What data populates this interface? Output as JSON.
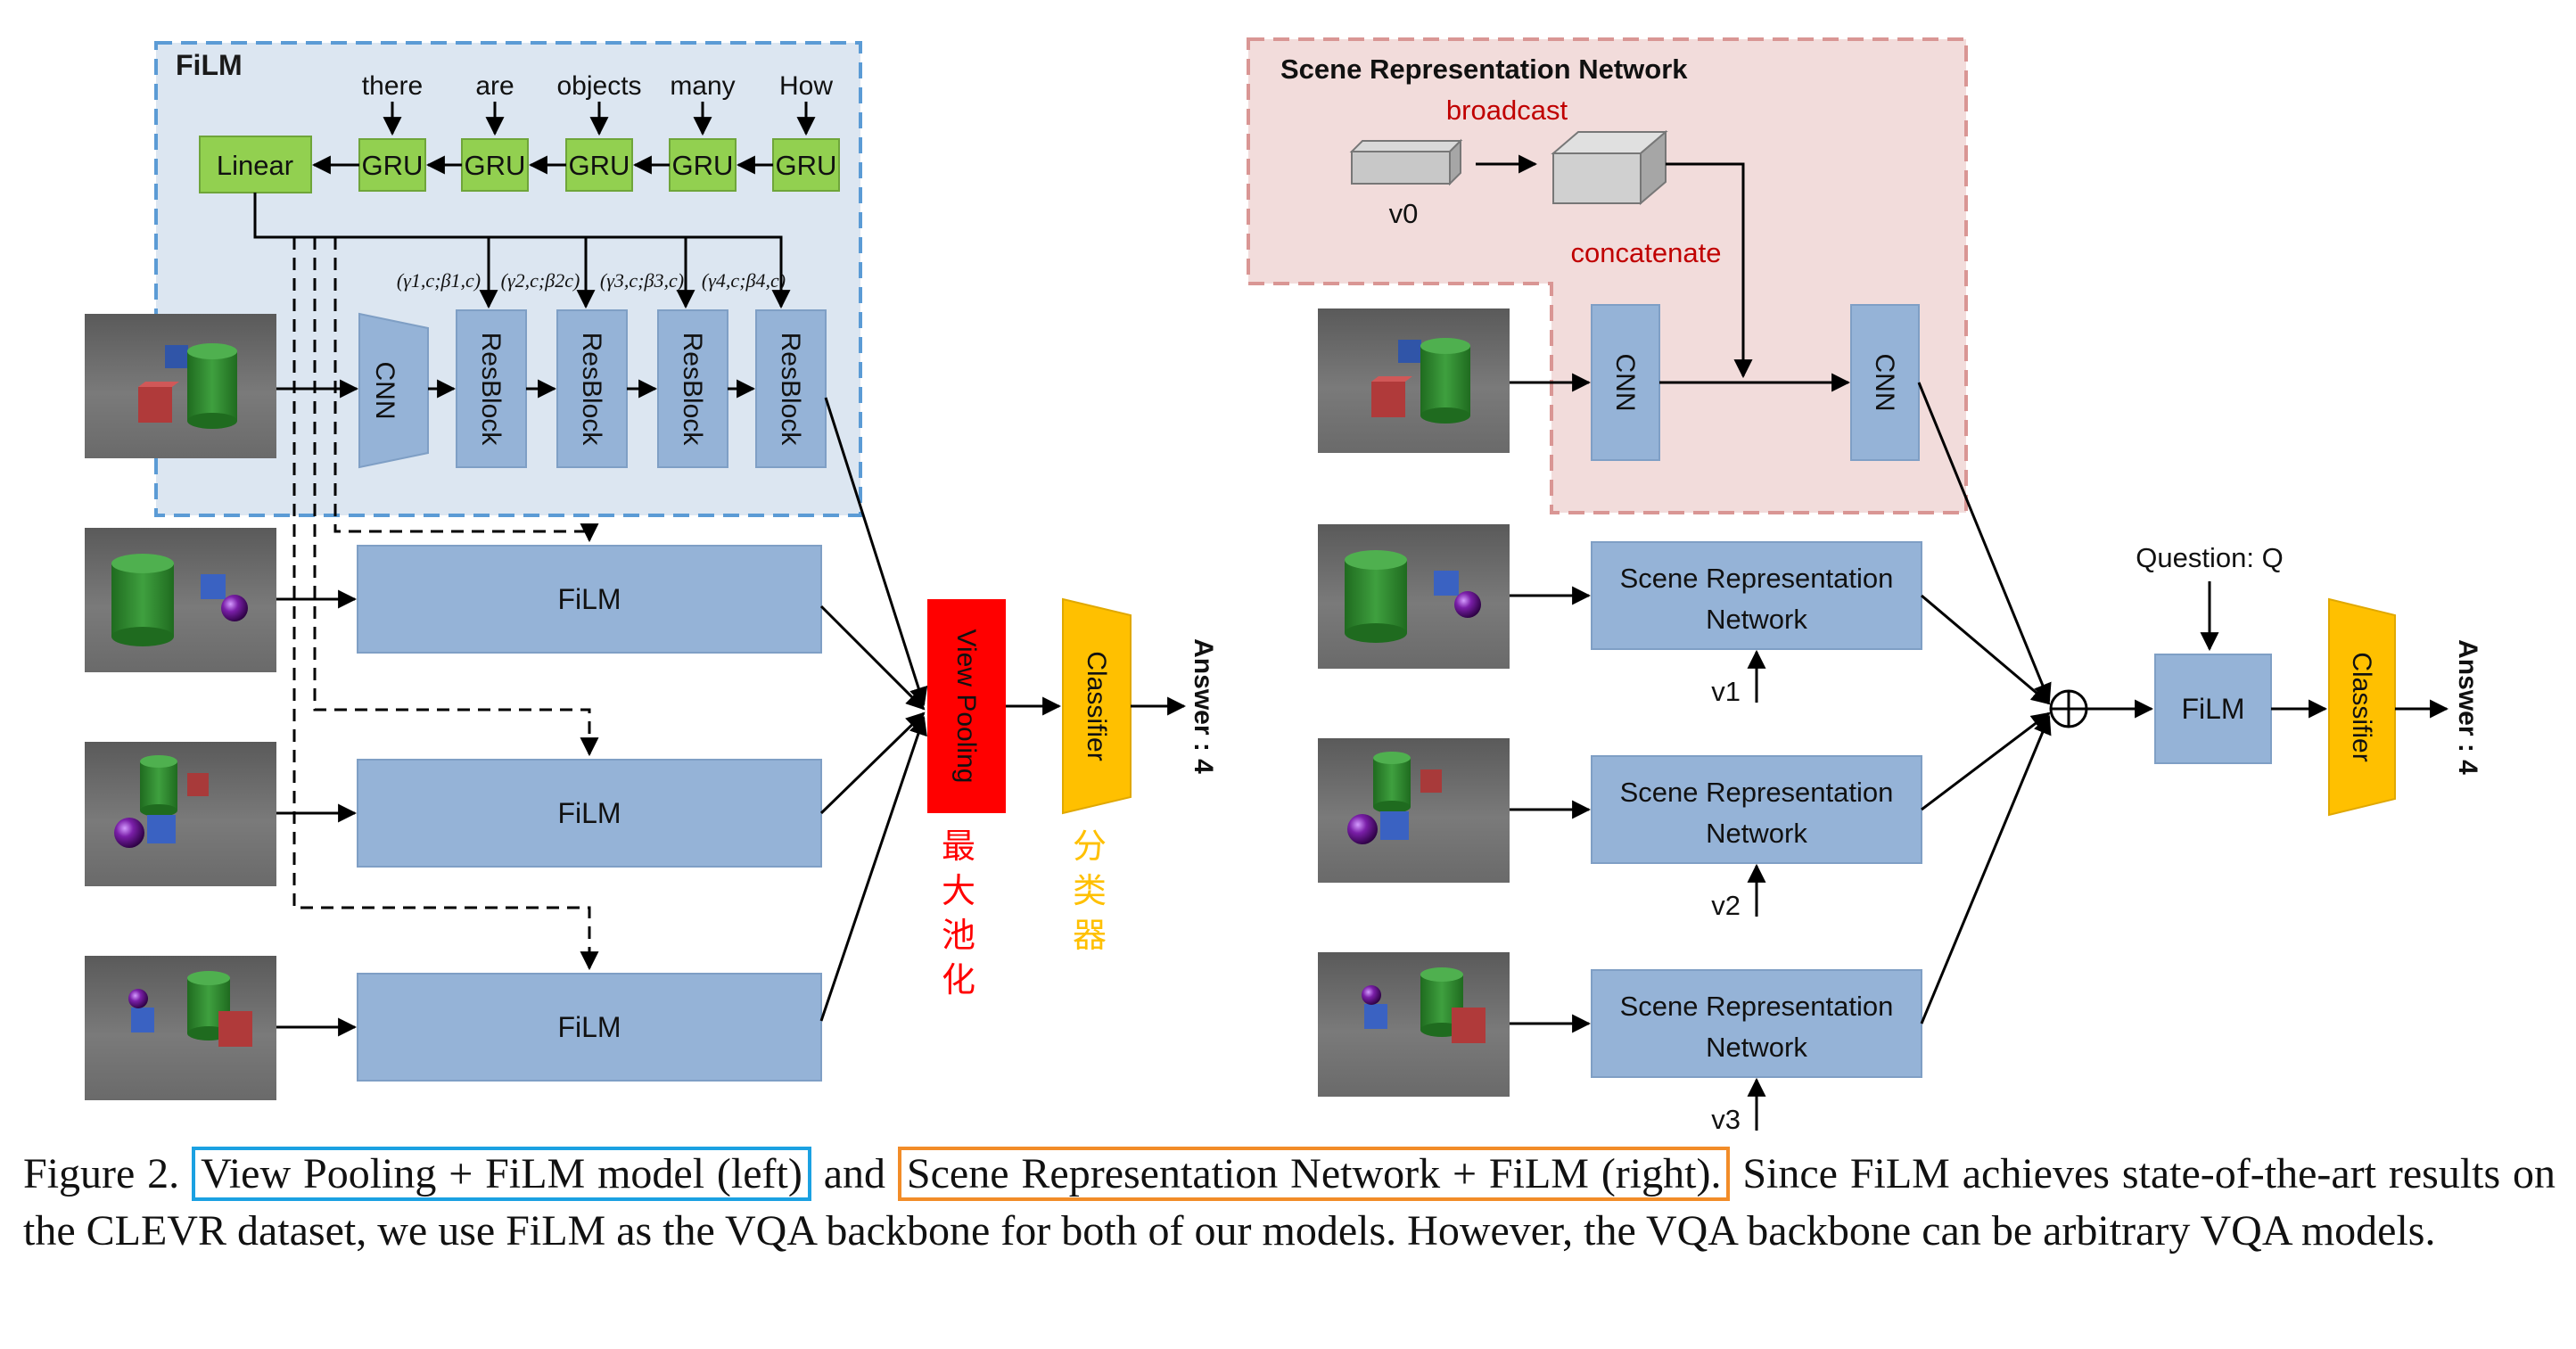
{
  "left": {
    "film_panel_title": "FiLM",
    "words": [
      "there",
      "are",
      "objects",
      "many",
      "How"
    ],
    "gru_label": "GRU",
    "linear_label": "Linear",
    "gamma_beta": [
      "(γ1,c;β1,c)",
      "(γ2,c;β2c)",
      "(γ3,c;β3,c)",
      "(γ4,c;β4,c)"
    ],
    "cnn_label": "CNN",
    "resblock_label": "ResBlock",
    "film_block_label": "FiLM",
    "view_pooling_label": "View Pooling",
    "view_pooling_cn": [
      "最",
      "大",
      "池",
      "化"
    ],
    "classifier_label": "Classifier",
    "classifier_cn": [
      "分",
      "类",
      "器"
    ],
    "answer": "Answer : 4"
  },
  "right": {
    "srn_panel_title": "Scene Representation Network",
    "v0_label": "v0",
    "broadcast_label": "broadcast",
    "concatenate_label": "concatenate",
    "cnn_label": "CNN",
    "srn_block_line1": "Scene Representation",
    "srn_block_line2": "Network",
    "view_labels": [
      "v1",
      "v2",
      "v3"
    ],
    "question_label": "Question: Q",
    "film_label": "FiLM",
    "classifier_label": "Classifier",
    "answer": "Answer : 4"
  },
  "caption": {
    "prefix": "Figure 2.",
    "left_box": "View Pooling + FiLM model (left)",
    "and": "and",
    "right_box": "Scene Representation Network + FiLM (right).",
    "rest": "Since FiLM achieves state-of-the-art results on the CLEVR dataset, we use FiLM as the VQA backbone for both of our models. However, the VQA backbone can be arbitrary VQA models."
  },
  "colors": {
    "block_blue": "#95b3d7",
    "block_blue_border": "#7f9fc5",
    "gru_green": "#92d050",
    "film_panel_bg": "#dce6f1",
    "film_panel_border": "#5b9bd5",
    "srn_panel_bg": "#f2dcdb",
    "srn_panel_border": "#d99694",
    "view_pooling_red": "#ff0000",
    "classifier_yellow": "#ffc000",
    "dark_red_text": "#c00000",
    "caption_left_box": "#1ba1e2",
    "caption_right_box": "#f28c28"
  }
}
